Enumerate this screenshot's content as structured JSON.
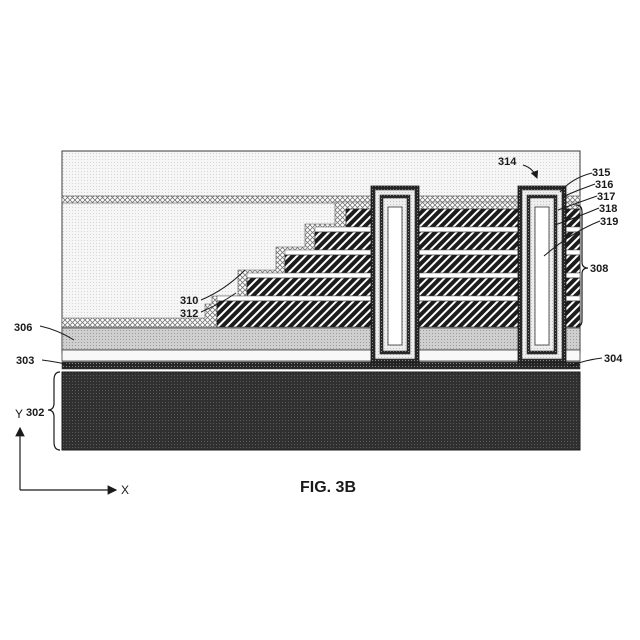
{
  "figure": {
    "caption": "FIG. 3B",
    "labels": {
      "l302": "302",
      "l303": "303",
      "l304": "304",
      "l306": "306",
      "l308": "308",
      "l310": "310",
      "l312": "312",
      "l314": "314",
      "l315": "315",
      "l316": "316",
      "l317": "317",
      "l318": "318",
      "l319": "319"
    },
    "axes": {
      "x": "X",
      "y": "Y"
    }
  },
  "colors": {
    "substrate": "#2e2e2e",
    "insulator_fill": "#f4f4f4",
    "gray_layer": "#c8c8c8",
    "stripe_dark": "#1f1f1f",
    "outline": "#3a3a3a"
  }
}
